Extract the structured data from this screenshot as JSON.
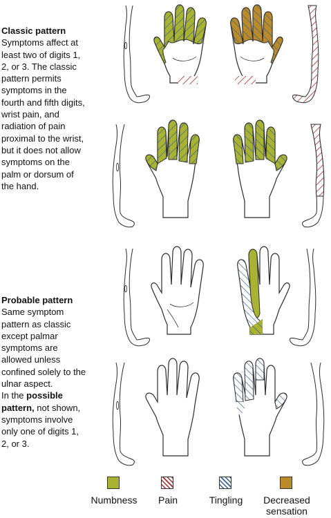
{
  "classic": {
    "heading": "Classic pattern",
    "lines": [
      "Symptoms affect at",
      "least two of digits 1,",
      "2, or 3. The classic",
      "pattern permits",
      "symptoms in the",
      "fourth and fifth digits,",
      "wrist pain, and",
      "radiation of pain",
      "proximal to the wrist,",
      "but it does not allow",
      "symptoms on the",
      "palm or dorsum of",
      "the hand."
    ]
  },
  "probable": {
    "heading": "Probable pattern",
    "lines": [
      "Same symptom",
      "pattern as classic",
      "except palmar",
      "symptoms are",
      "allowed unless",
      "confined solely to the",
      "ulnar aspect."
    ],
    "possible_prefix": "In the ",
    "possible_bold": "possible",
    "possible_bold2": "pattern,",
    "possible_after": " not shown,",
    "possible_lines": [
      "symptoms involve",
      "only one of digits 1,",
      "2, or 3."
    ]
  },
  "legend": [
    {
      "label": "Numbness",
      "color": "#a9b233",
      "kind": "solid"
    },
    {
      "label": "Pain",
      "color": "#b02a2a",
      "kind": "hatch"
    },
    {
      "label": "Tingling",
      "color": "#2f5f8f",
      "kind": "hatch"
    },
    {
      "label": "Decreased sensation",
      "label_line1": "Decreased",
      "label_line2": "sensation",
      "color": "#bb8a2a",
      "kind": "solid"
    }
  ],
  "colors": {
    "numb": "#a9b233",
    "numb_hatch": "#3a6a8a",
    "pain": "#b02a2a",
    "tingle": "#2f5f8f",
    "decreased": "#bb8a2a",
    "outline": "#2a2a2a"
  }
}
